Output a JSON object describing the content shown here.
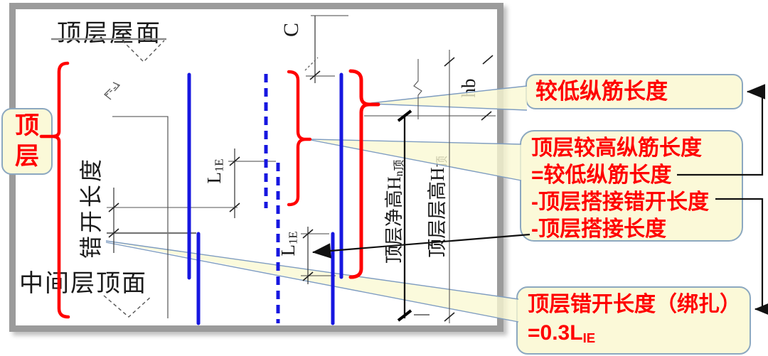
{
  "diagram": {
    "roof_label": "顶层屋面",
    "mid_floor_label": "中间层顶面",
    "top_floor_tag": "顶层",
    "stagger_label": "错开长度",
    "c_label": "C",
    "hb_label": "hb",
    "lap_left": {
      "main": "L",
      "sub": "1E"
    },
    "lap_right": {
      "main": "L",
      "sub": "1E"
    },
    "net_height": {
      "main": "顶层净高H",
      "sub": "n顶"
    },
    "story_height": {
      "main": "顶层层高H",
      "sub": "顶"
    }
  },
  "callouts": {
    "lower_bar": {
      "text": "较低纵筋长度"
    },
    "higher_bar": {
      "line1": "顶层较高纵筋长度",
      "line2": "=较低纵筋长度",
      "line3": "-顶层搭接错开长度",
      "line4": "-顶层搭接长度"
    },
    "stagger": {
      "line1": "顶层错开长度（绑扎）",
      "formula_main": "=0.3L",
      "formula_sub": "IE"
    }
  },
  "colors": {
    "accent_red": "#FF0000",
    "rebar_blue": "#1717E0",
    "callout_fill": "#FBF9D8",
    "callout_border": "#8CA8C0",
    "line_dark": "#333333"
  }
}
